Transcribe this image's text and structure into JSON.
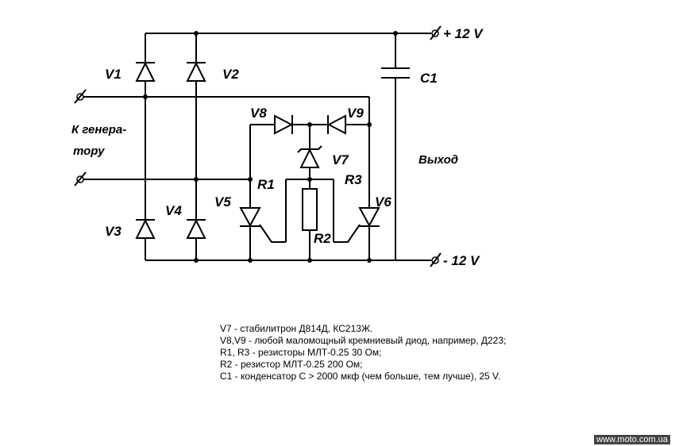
{
  "labels": {
    "v1": "V1",
    "v2": "V2",
    "v3": "V3",
    "v4": "V4",
    "v5": "V5",
    "v6": "V6",
    "v7": "V7",
    "v8": "V8",
    "v9": "V9",
    "r1": "R1",
    "r2": "R2",
    "r3": "R3",
    "c1": "C1",
    "plus12": "+ 12 V",
    "minus12": "- 12 V",
    "generator_line1": "К генера-",
    "generator_line2": "тору",
    "output": "Выход"
  },
  "legend": [
    "V7 - стабилитрон Д814Д, КС213Ж.",
    "V8,V9 - любой маломощный кремниевый диод, например, Д223;",
    "R1, R3 - резисторы МЛТ-0.25 30 Ом;",
    "R2 - резистор МЛТ-0.25 200 Ом;",
    "C1 - конденсатор С > 2000 мкф (чем больше, тем лучше), 25 V."
  ],
  "footer": "www.moto.com.ua"
}
